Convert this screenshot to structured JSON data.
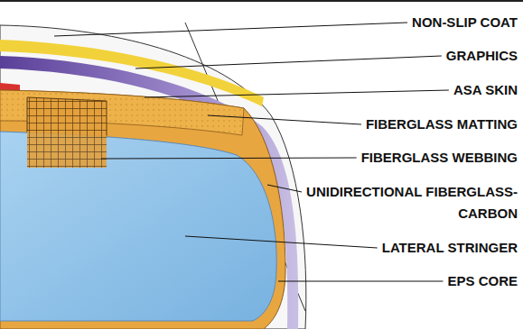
{
  "diagram": {
    "labels": [
      "NON-SLIP COAT",
      "GRAPHICS",
      "ASA SKIN",
      "FIBERGLASS MATTING",
      "FIBERGLASS WEBBING",
      "UNIDIRECTIONAL FIBERGLASS- CARBON",
      "LATERAL STRINGER",
      "EPS CORE"
    ]
  }
}
